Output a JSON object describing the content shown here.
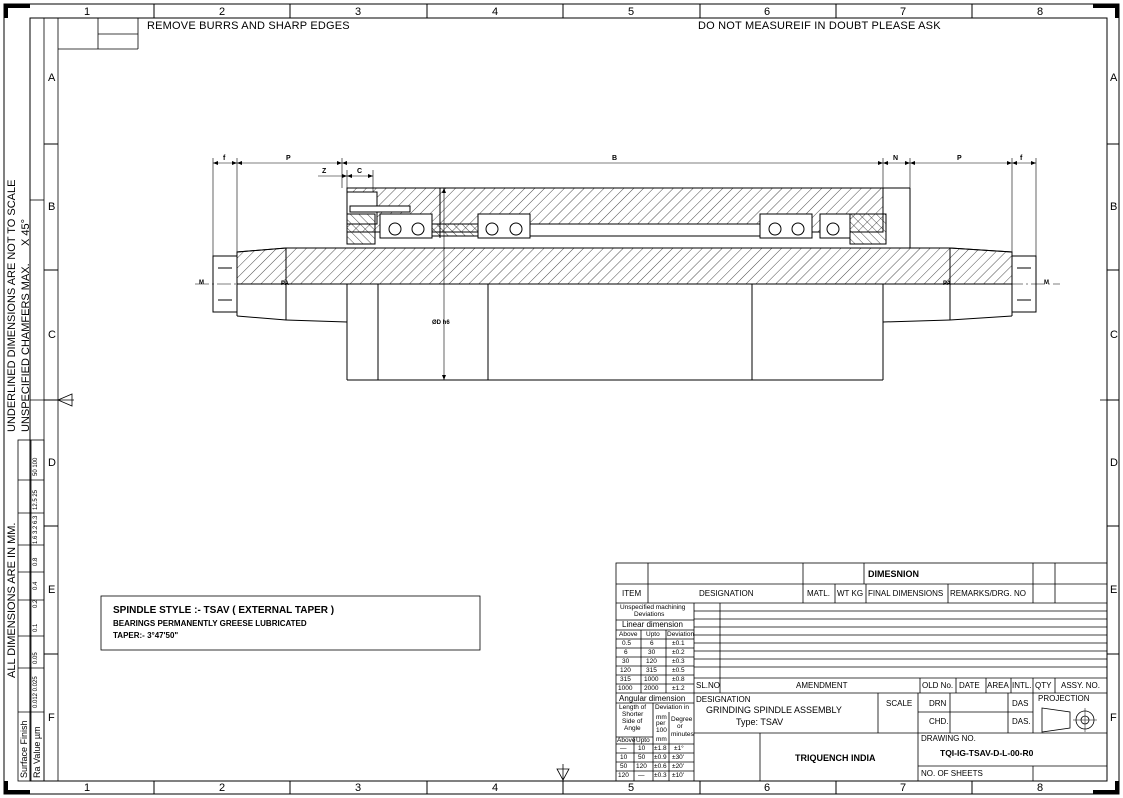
{
  "zones": {
    "columns": [
      "1",
      "2",
      "3",
      "4",
      "5",
      "6",
      "7",
      "8"
    ],
    "rows": [
      "A",
      "B",
      "C",
      "D",
      "E",
      "F"
    ]
  },
  "notes": {
    "top_left": "REMOVE BURRS AND SHARP EDGES",
    "top_right": "DO NOT MEASUREIF IN DOUBT PLEASE ASK",
    "side_1": "UNDERLINED DIMENSIONS ARE NOT TO SCALE",
    "side_2": "UNSPECIFIED CHAMFERS MAX.",
    "side_3": "X 45°",
    "side_4": "ALL DIMENSIONS ARE IN MM.",
    "surface_finish": "Surface Finish",
    "ra_value": "Ra Value µm"
  },
  "finish_values": [
    "0.012 0.025",
    "0.05",
    "0.1",
    "0.2",
    "0.4",
    "0.8",
    "1.6 3.2 6.3",
    "12.5 25",
    "50 100"
  ],
  "spec_box": {
    "title": "SPINDLE STYLE :- TSAV   ( EXTERNAL TAPER )",
    "line1": "BEARINGS PERMANENTLY GREESE LUBRICATED",
    "line2": "TAPER:- 3°47'50\""
  },
  "dims": {
    "f": "f",
    "P": "P",
    "Z": "Z",
    "C": "C",
    "B": "B",
    "N": "N",
    "dia": "ØD h6",
    "M": "M",
    "PA": "PA"
  },
  "title_block": {
    "dimension": "DIMESNION",
    "item": "ITEM",
    "designation": "DESIGNATION",
    "matl": "MATL.",
    "wt": "WT KG",
    "final_dims": "FINAL DIMENSIONS",
    "remarks": "REMARKS/DRG. NO",
    "unspec_machining": "Unspecified machining",
    "deviations": "Deviations",
    "linear": "Linear dimension",
    "above": "Above",
    "upto": "Upto",
    "deviation": "Deviation",
    "linear_rows": [
      [
        "0.5",
        "6",
        "±0.1"
      ],
      [
        "6",
        "30",
        "±0.2"
      ],
      [
        "30",
        "120",
        "±0.3"
      ],
      [
        "120",
        "315",
        "±0.5"
      ],
      [
        "315",
        "1000",
        "±0.8"
      ],
      [
        "1000",
        "2000",
        "±1.2"
      ]
    ],
    "angular": "Angular dimension",
    "length_of": "Length of",
    "shorter": "Shorter",
    "side_of": "Side of",
    "angle": "Angle",
    "deviation_in": "Deviation in",
    "mm_per": "mm",
    "per": "per",
    "hundred": "100",
    "mm": "mm",
    "degrees": "Degree",
    "or": "or",
    "minutes": "minutes",
    "ang_above": "Above",
    "ang_upto": "Upto",
    "angular_rows": [
      [
        "—",
        "10",
        "±1.8",
        "±1°"
      ],
      [
        "10",
        "50",
        "±0.9",
        "±30'"
      ],
      [
        "50",
        "120",
        "±0.6",
        "±20'"
      ],
      [
        "120",
        "—",
        "±0.3",
        "±10'"
      ]
    ],
    "slno": "SL.NO",
    "amendment": "AMENDMENT",
    "old_no": "OLD No.",
    "date": "DATE",
    "area": "AREA",
    "intl": "INTL.",
    "qty": "QTY",
    "assy_no": "ASSY. NO.",
    "projection": "PROJECTION",
    "designation_label": "DESIGNATION",
    "designation_value": "GRINDING SPINDLE ASSEMBLY",
    "type_value": "Type:  TSAV",
    "scale": "SCALE",
    "drn": "DRN",
    "chd": "CHD.",
    "das1": "DAS",
    "das2": "DAS.",
    "company": "TRIQUENCH INDIA",
    "drawing_no_label": "DRAWING NO.",
    "drawing_no": "TQI-IG-TSAV-D-L-00-R0",
    "sheets": "NO. OF SHEETS"
  }
}
